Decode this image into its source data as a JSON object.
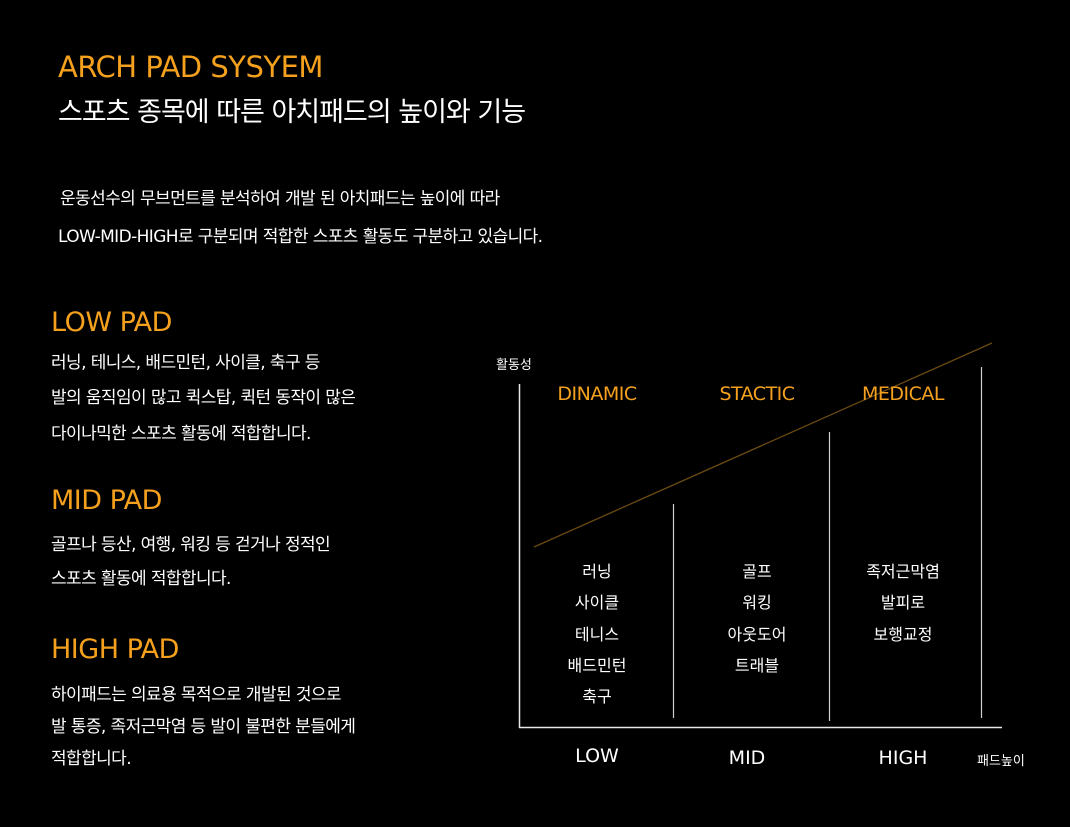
{
  "header": {
    "title_en": "ARCH PAD SYSYEM",
    "title_ko": "스포츠 종목에 따른 아치패드의 높이와 기능"
  },
  "intro": [
    "운동선수의 무브먼트를 분석하여 개발 된 아치패드는 높이에 따라",
    "LOW-MID-HIGH로 구분되며 적합한 스포츠 활동도 구분하고 있습니다."
  ],
  "sections": [
    {
      "title": "LOW PAD",
      "lines": [
        "러닝, 테니스, 배드민턴, 사이클, 축구 등",
        "발의 움직임이 많고 퀵스탑, 퀵턴 동작이 많은",
        "다이나믹한 스포츠 활동에 적합합니다."
      ]
    },
    {
      "title": "MID PAD",
      "lines": [
        "골프나 등산, 여행, 워킹 등 걷거나 정적인",
        "스포츠 활동에 적합합니다."
      ]
    },
    {
      "title": "HIGH PAD",
      "lines": [
        "하이패드는 의료용 목적으로 개발된 것으로",
        "발 통증, 족저근막염 등 발이 불편한 분들에게",
        "적합합니다."
      ]
    }
  ],
  "diagram": {
    "y_label": "활동성",
    "x_label": "패드높이",
    "accent": "#f5a11e",
    "trend_color": "#6b4a12",
    "columns": [
      {
        "category": "DINAMIC",
        "level": "LOW",
        "items": [
          "러닝",
          "사이클",
          "테니스",
          "배드민턴",
          "축구"
        ]
      },
      {
        "category": "STACTIC",
        "level": "MID",
        "items": [
          "골프",
          "워킹",
          "아웃도어",
          "트래블"
        ]
      },
      {
        "category": "MEDICAL",
        "level": "HIGH",
        "items": [
          "족저근막염",
          "발피로",
          "보행교정"
        ]
      }
    ]
  }
}
